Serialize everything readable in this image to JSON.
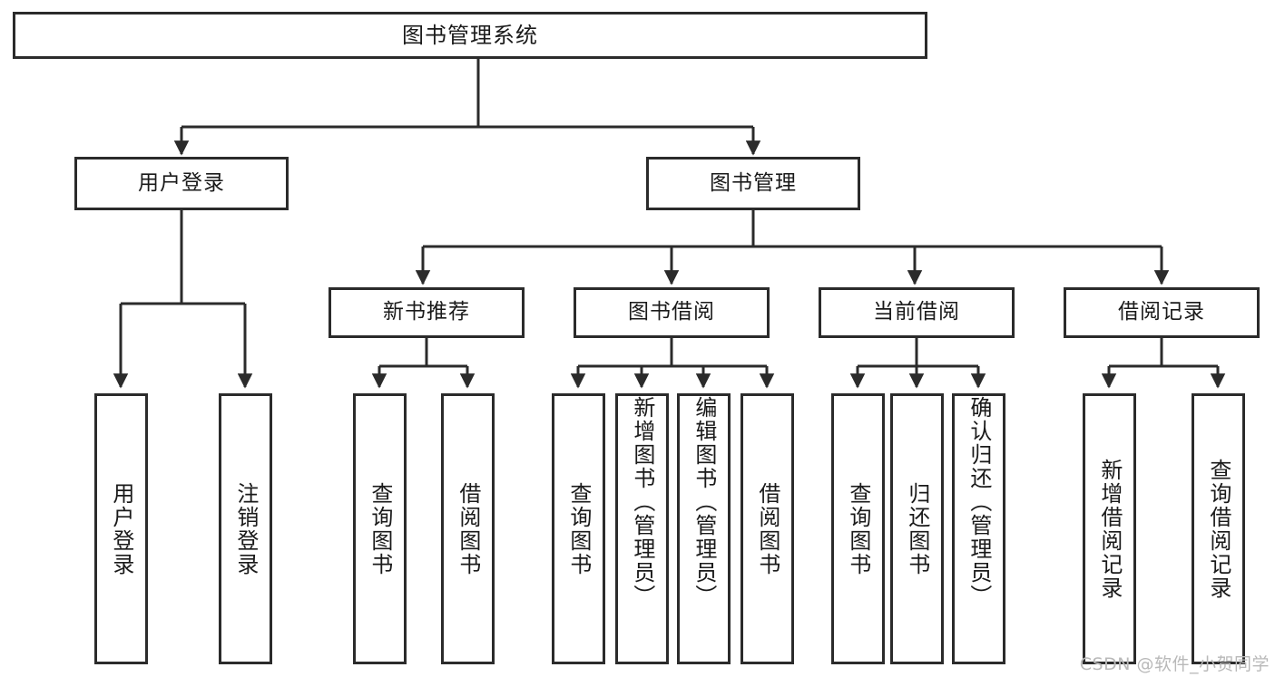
{
  "diagram": {
    "type": "hierarchy-tree",
    "title": "图书管理系统",
    "root": {
      "id": "root",
      "label": "图书管理系统"
    },
    "level2": [
      {
        "id": "user-login",
        "label": "用户登录"
      },
      {
        "id": "book-management",
        "label": "图书管理"
      }
    ],
    "level3": [
      {
        "id": "new-book-recommend",
        "label": "新书推荐",
        "parent": "book-management"
      },
      {
        "id": "book-borrow",
        "label": "图书借阅",
        "parent": "book-management"
      },
      {
        "id": "current-borrow",
        "label": "当前借阅",
        "parent": "book-management"
      },
      {
        "id": "borrow-record",
        "label": "借阅记录",
        "parent": "book-management"
      }
    ],
    "leaves": [
      {
        "id": "leaf-user-login",
        "label": "用户登录",
        "parent": "user-login"
      },
      {
        "id": "leaf-user-logout",
        "label": "注销登录",
        "parent": "user-login"
      },
      {
        "id": "leaf-query-book-1",
        "label": "查询图书",
        "parent": "new-book-recommend"
      },
      {
        "id": "leaf-borrow-book-1",
        "label": "借阅图书",
        "parent": "new-book-recommend"
      },
      {
        "id": "leaf-query-book-2",
        "label": "查询图书",
        "parent": "book-borrow"
      },
      {
        "id": "leaf-add-book",
        "label": "新增图书（管理员）",
        "parent": "book-borrow"
      },
      {
        "id": "leaf-edit-book",
        "label": "编辑图书（管理员）",
        "parent": "book-borrow"
      },
      {
        "id": "leaf-borrow-book-2",
        "label": "借阅图书",
        "parent": "book-borrow"
      },
      {
        "id": "leaf-query-book-3",
        "label": "查询图书",
        "parent": "current-borrow"
      },
      {
        "id": "leaf-return-book",
        "label": "归还图书",
        "parent": "current-borrow"
      },
      {
        "id": "leaf-confirm-return",
        "label": "确认归还（管理员）",
        "parent": "current-borrow"
      },
      {
        "id": "leaf-add-record",
        "label": "新增借阅记录",
        "parent": "borrow-record"
      },
      {
        "id": "leaf-query-record",
        "label": "查询借阅记录",
        "parent": "borrow-record"
      }
    ],
    "colors": {
      "stroke": "#2b2b2b",
      "fill": "#ffffff",
      "text": "#1a1a1a",
      "watermark": "#b9b9b9"
    }
  },
  "watermark": {
    "text": "CSDN @软件_小贺同学"
  }
}
